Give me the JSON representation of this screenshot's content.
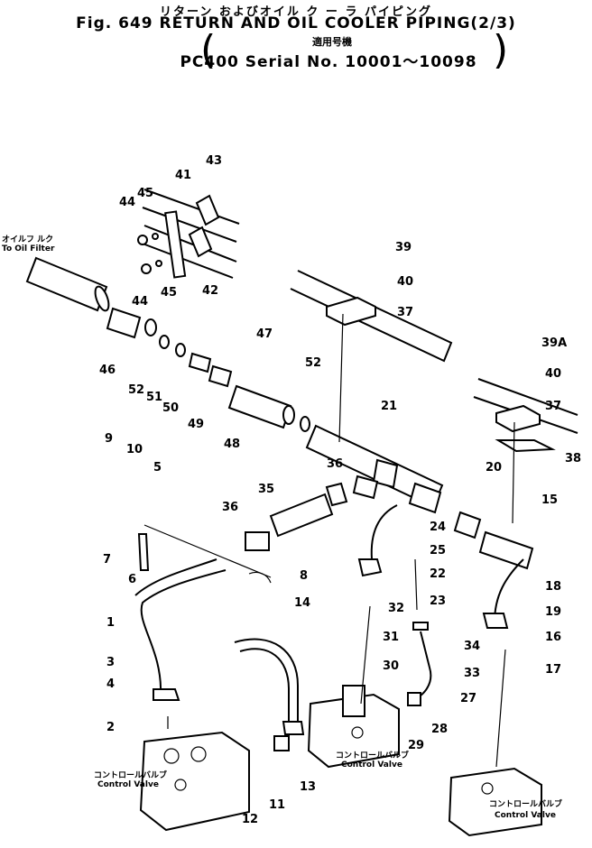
{
  "header": {
    "title_jp": "リターン およびオイル ク ー ラ パイピング",
    "title": "Fig. 649 RETURN AND OIL COOLER PIPING(2/3)",
    "applicability_jp": "適用号機",
    "serial": "PC400 Serial No. 10001～10098"
  },
  "labels": {
    "to_oil_filter_jp": "オイルフ ルク",
    "to_oil_filter": "To Oil Filter",
    "control_valve_jp": "コントロールバルブ",
    "control_valve": "Control Valve"
  },
  "callouts": [
    "1",
    "2",
    "3",
    "4",
    "5",
    "6",
    "7",
    "8",
    "9",
    "10",
    "11",
    "12",
    "13",
    "14",
    "15",
    "16",
    "17",
    "18",
    "19",
    "20",
    "21",
    "22",
    "23",
    "24",
    "25",
    "27",
    "28",
    "29",
    "30",
    "31",
    "32",
    "33",
    "34",
    "35",
    "36",
    "37",
    "38",
    "39",
    "39A",
    "40",
    "41",
    "42",
    "43",
    "44",
    "45",
    "46",
    "47",
    "48",
    "49",
    "50",
    "51",
    "52"
  ]
}
